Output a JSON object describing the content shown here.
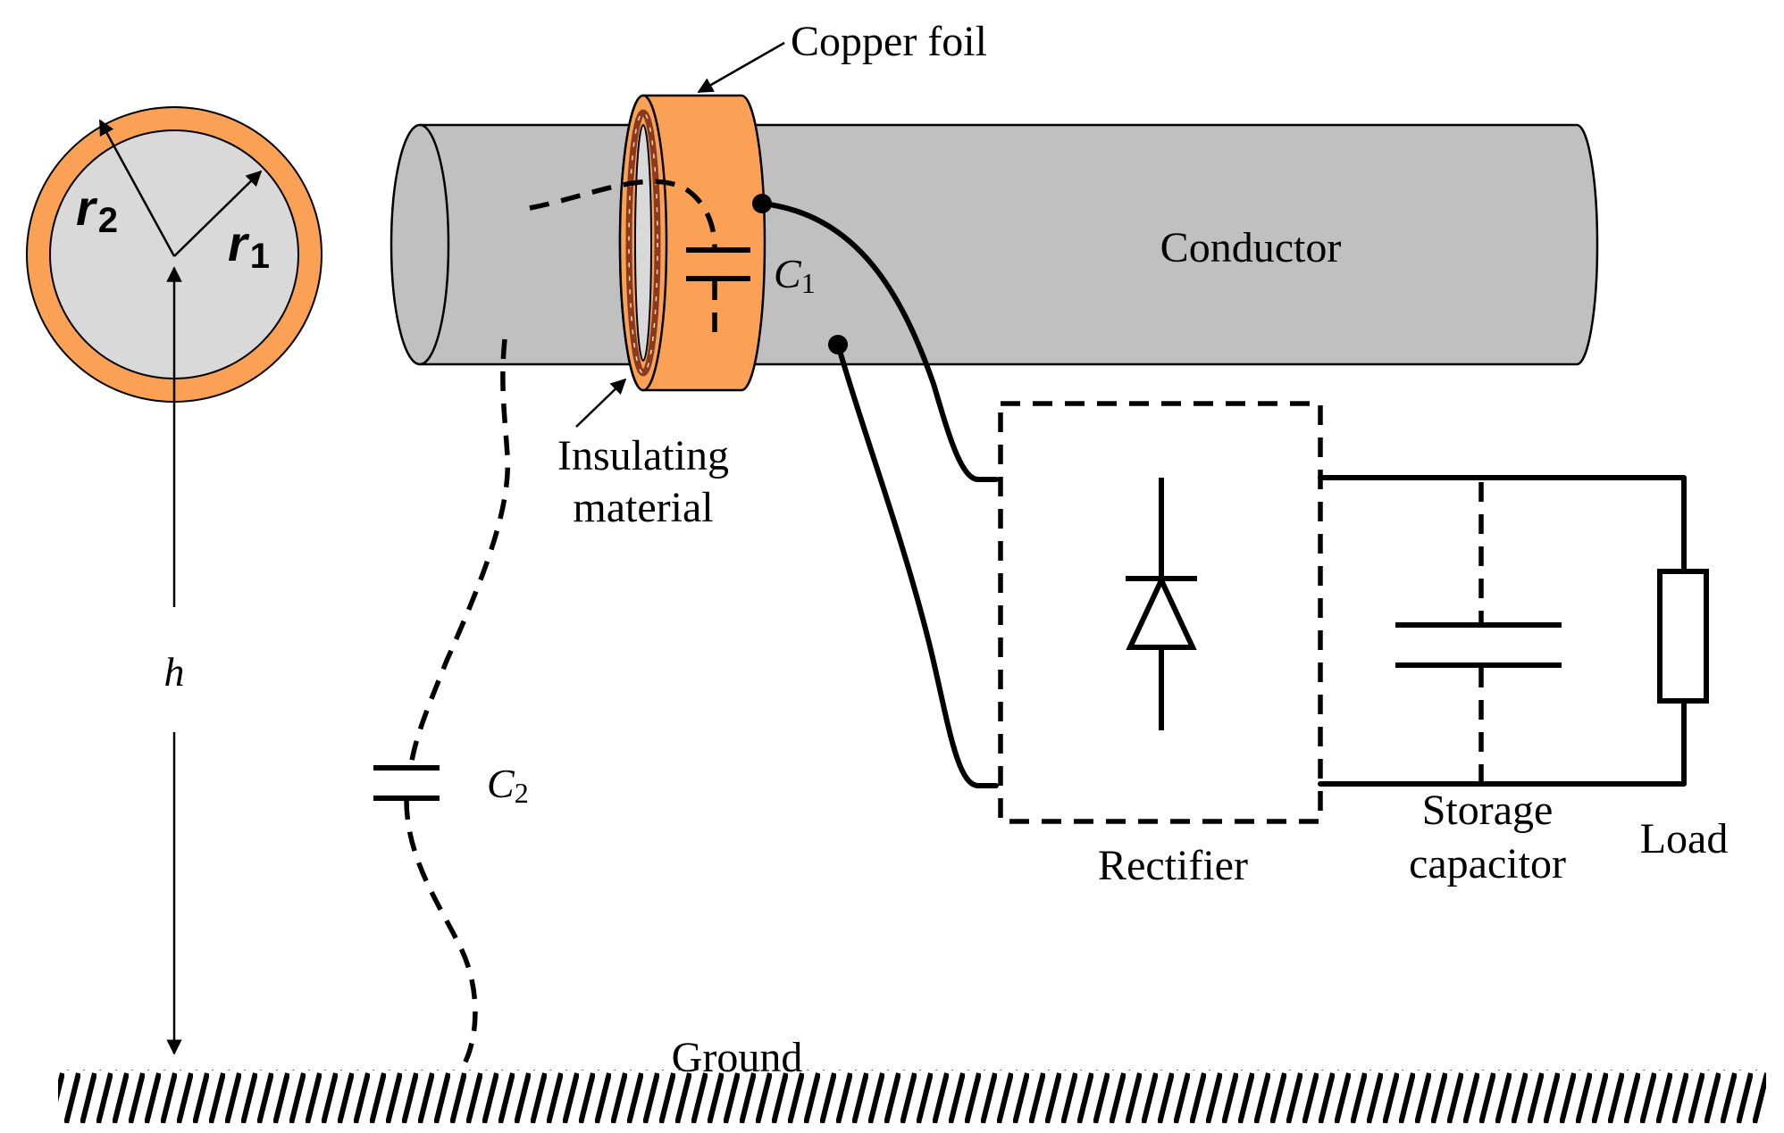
{
  "labels": {
    "copper_foil": "Copper foil",
    "conductor": "Conductor",
    "insulating_line1": "Insulating",
    "insulating_line2": "material",
    "c1_letter": "C",
    "c1_sub": "1",
    "c2_letter": "C",
    "c2_sub": "2",
    "r1_letter": "r",
    "r1_sub": "1",
    "r2_letter": "r",
    "r2_sub": "2",
    "h": "h",
    "rectifier": "Rectifier",
    "storage_line1": "Storage",
    "storage_line2": "capacitor",
    "load": "Load",
    "ground": "Ground"
  },
  "colors": {
    "copper": "#FBA155",
    "copper_dark": "#8B3A1E",
    "conductor_gray": "#C0C0C0",
    "cross_section_gray": "#D9D9D9",
    "line": "#000000"
  },
  "icons": [
    "diode-icon",
    "capacitor-icon",
    "resistor-icon",
    "ground-hatch-icon"
  ]
}
